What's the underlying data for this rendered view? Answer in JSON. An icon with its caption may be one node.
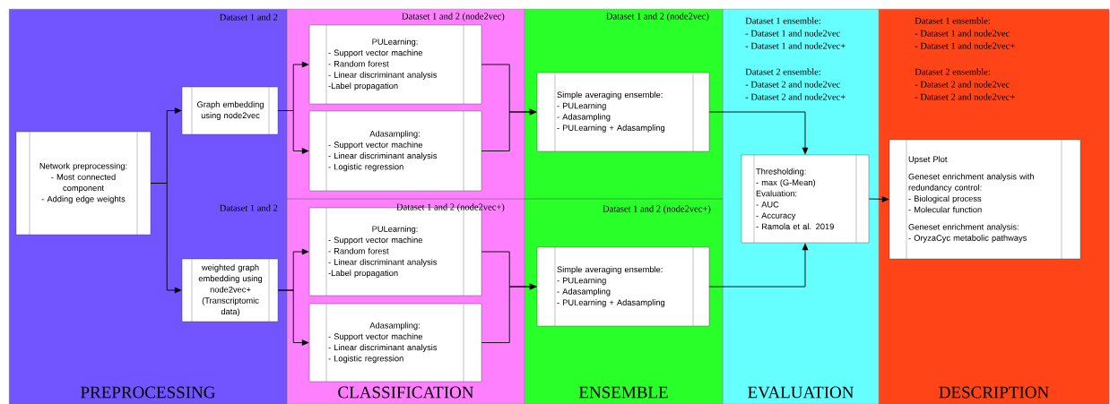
{
  "diagram": {
    "nodes": [
      {
        "text": [
          "PREPROCESSING"
        ]
      },
      {
        "text": [
          "CLASSIFICATION"
        ]
      },
      {
        "text": [
          "ENSEMBLE"
        ]
      },
      {
        "text": [
          "EVALUATION"
        ]
      },
      {
        "text": [
          "DESCRIPTION"
        ]
      },
      {
        "text": [
          "Network preprocessing:",
          "- Most connected component",
          "- Adding edge weights"
        ],
        "in": 0
      },
      {
        "text": [
          "Graph embedding using node2vec"
        ],
        "in": 0
      },
      {
        "text": [
          "weighted graph embedding using node2vec+ (Transcriptomic data)"
        ],
        "in": 0
      },
      {
        "text": [
          "PULearning:",
          "- Support vector machine",
          "- Random forest",
          "- Linear discriminant analysis",
          "-Label propagation"
        ],
        "in": 1
      },
      {
        "text": [
          "Adasampling:",
          "- Support vector machine",
          "- Linear discriminant analysis",
          "- Logistic regression"
        ],
        "in": 1
      },
      {
        "text": [
          "PULearning:",
          "- Support vector machine",
          "- Random forest",
          "- Linear discriminant analysis",
          "-Label propagation"
        ],
        "in": 1
      },
      {
        "text": [
          "Adasampling:",
          "- Support vector machine",
          "- Linear discriminant analysis",
          "- Logistic regression"
        ],
        "in": 1
      },
      {
        "text": [
          "Simple averaging ensemble:",
          "- PULearning",
          "- Adasampling",
          "- PULearning + Adasampling"
        ],
        "in": 2
      },
      {
        "text": [
          "Simple averaging ensemble:",
          "- PULearning",
          "- Adasampling",
          "- PULearning + Adasampling"
        ],
        "in": 2
      },
      {
        "text": [
          "Thresholding:",
          "-  max (G-Mean)",
          "Evaluation:",
          "- AUC",
          "- Accuracy",
          "- Ramola et al. 2019"
        ],
        "in": 3
      },
      {
        "text": [
          "Upset Plot",
          "Geneset enrichment analysis with redundancy control:",
          "- Biological process",
          "- Molecular function",
          "Geneset enrichment analysis:",
          "- OryzaCyc metabolic pathways"
        ],
        "in": 4
      }
    ],
    "edges": [
      {
        "from": 5,
        "to": 6,
        "arrow": "to"
      },
      {
        "from": 5,
        "to": 7,
        "arrow": "to"
      },
      {
        "from": 6,
        "to": 8,
        "arrow": "to"
      },
      {
        "from": 6,
        "to": 9,
        "arrow": "to"
      },
      {
        "from": 7,
        "to": 10,
        "arrow": "to"
      },
      {
        "from": 7,
        "to": 11,
        "arrow": "to"
      },
      {
        "from": 8,
        "to": 12,
        "arrow": "to"
      },
      {
        "from": 9,
        "to": 12,
        "arrow": "to"
      },
      {
        "from": 10,
        "to": 13,
        "arrow": "to"
      },
      {
        "from": 11,
        "to": 13,
        "arrow": "to"
      },
      {
        "from": 12,
        "to": 14,
        "arrow": "to"
      },
      {
        "from": 13,
        "to": 14,
        "arrow": "to"
      },
      {
        "from": 14,
        "to": 15,
        "arrow": "to"
      }
    ],
    "labels": [
      "Dataset 1 and 2",
      "Dataset 1 and 2 (node2vec)",
      "Dataset 1 and 2 (node2vec)",
      "Dataset 1 ensemble:",
      "- Dataset 1 and node2vec",
      "- Dataset 1 and node2vec+",
      "Dataset 2 ensemble:",
      "- Dataset 2 and node2vec",
      "- Dataset 2 and node2vec+",
      "Dataset 1 ensemble:",
      "- Dataset 1 and node2vec",
      "- Dataset 1 and node2vec+",
      "Dataset 2 ensemble:",
      "- Dataset 2 and node2vec",
      "- Dataset 2 and node2vec+",
      "Dataset 1 and 2",
      "Dataset 1 and 2 (node2vec+)",
      "Dataset 1 and 2 (node2vec+)"
    ]
  }
}
